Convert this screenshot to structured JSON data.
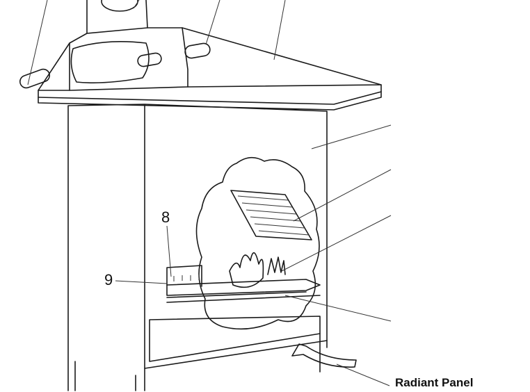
{
  "labels": {
    "callout_8": "8",
    "callout_9": "9",
    "radiant_panel": "Radiant Panel"
  },
  "colors": {
    "line": "#1a1a1a",
    "background": "#ffffff"
  }
}
